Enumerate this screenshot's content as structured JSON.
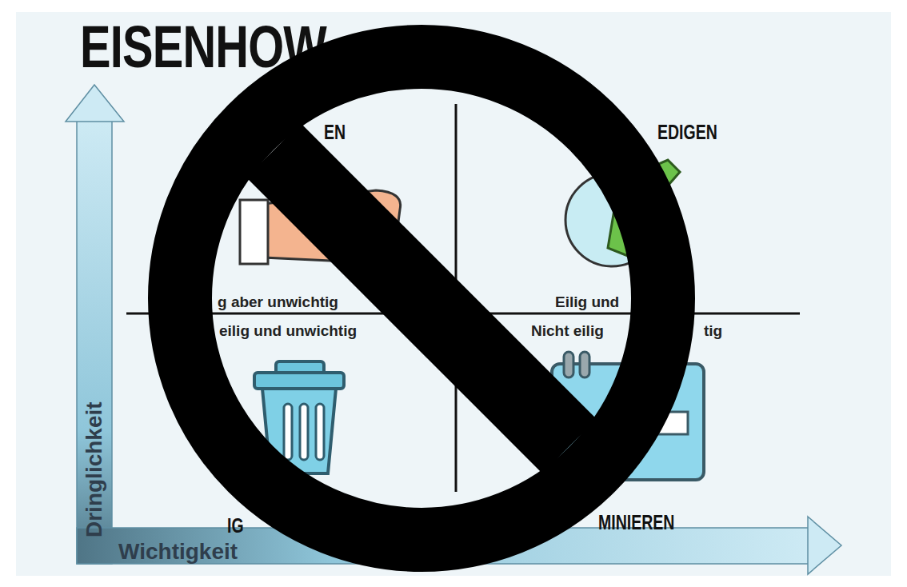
{
  "diagram": {
    "title": "EISENHOW",
    "labels": [
      "EN",
      "EDIGEN",
      "g aber unwichtig",
      "Eilig und",
      "eilig und unwichtig",
      "Nicht eilig",
      "tig",
      "IG",
      "MINIEREN",
      "Dringlichkeit",
      "Wichtigkeit"
    ]
  }
}
